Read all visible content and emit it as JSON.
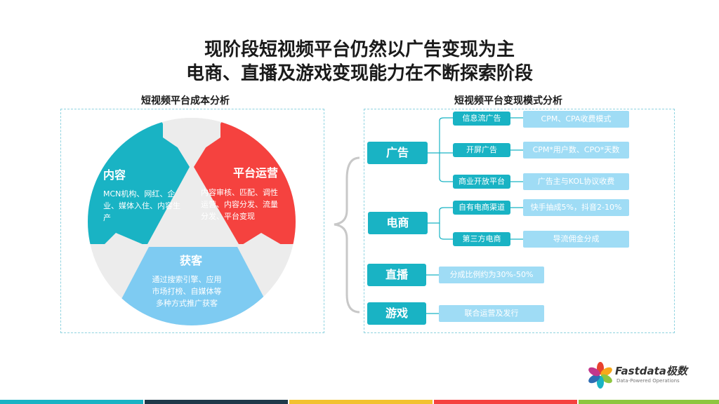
{
  "title_line1": "现阶段短视频平台仍然以广告变现为主",
  "title_line2": "电商、直播及游戏变现能力在不断探索阶段",
  "left": {
    "subtitle": "短视频平台成本分析",
    "content": {
      "title": "内容",
      "text": "MCN机构、网红、企业、媒体入住、内容生产"
    },
    "ops": {
      "title": "平台运营",
      "text": "内容审核、匹配、调性运营、内容分发、流量分发、平台变现"
    },
    "acq": {
      "title": "获客",
      "text": "通过搜索引擎、应用市场打榜、自媒体等多种方式推广获客"
    }
  },
  "right": {
    "subtitle": "短视频平台变现模式分析",
    "categories": [
      {
        "label": "广告",
        "items": [
          {
            "label": "信息流广告",
            "result": "CPM、CPA收费模式"
          },
          {
            "label": "开屏广告",
            "result": "CPM*用户数、CPO*天数"
          },
          {
            "label": "商业开放平台",
            "result": "广告主与KOL协议收费"
          }
        ]
      },
      {
        "label": "电商",
        "items": [
          {
            "label": "自有电商渠道",
            "result": "快手抽成5%，抖音2-10%"
          },
          {
            "label": "第三方电商",
            "result": "导流佣金分成"
          }
        ]
      },
      {
        "label": "直播",
        "result": "分成比例约为30%-50%"
      },
      {
        "label": "游戏",
        "result": "联合运营及发行"
      }
    ]
  },
  "logo": {
    "name": "Fastdata极数",
    "tagline": "Data-Powered Operations"
  },
  "colors": {
    "teal": "#19b3c4",
    "red": "#f5423f",
    "light_blue": "#7ecbf2",
    "pale_blue": "#9fdcf5",
    "gray": "#ececec"
  }
}
